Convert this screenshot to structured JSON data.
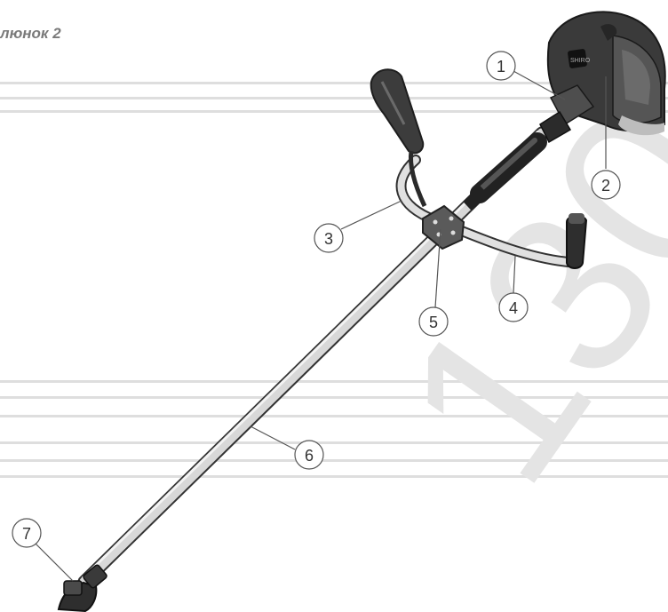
{
  "figure": {
    "caption": "люнок 2",
    "watermark": "130",
    "callouts": [
      "1",
      "2",
      "3",
      "4",
      "5",
      "6",
      "7"
    ]
  },
  "colors": {
    "stripe": "#d9d9d9",
    "shaft": "#d6d6d6",
    "outline": "#333333",
    "engine_dark": "#4a4a4a",
    "watermark": "#e6e6e6"
  }
}
